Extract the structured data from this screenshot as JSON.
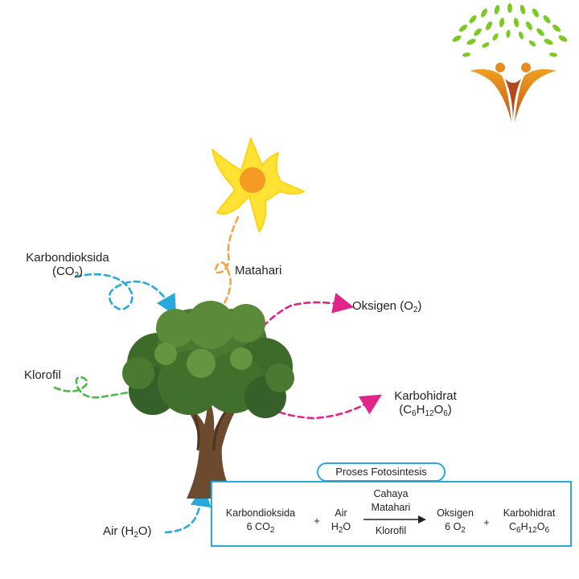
{
  "labels": {
    "co2_name": "Karbondioksida",
    "co2_formula": "CO",
    "co2_sub": "2",
    "sun": "Matahari",
    "oxygen": "Oksigen (O",
    "oxygen_sub": "2",
    "chlorophyll": "Klorofil",
    "carb_name": "Karbohidrat",
    "carb_c": "C",
    "carb_c_sub": "6",
    "carb_h": "H",
    "carb_h_sub": "12",
    "carb_o": "O",
    "carb_o_sub": "6",
    "water": "Air (H",
    "water_sub": "2",
    "water_end": "O)"
  },
  "equation": {
    "title": "Proses Fotosintesis",
    "reactant1_name": "Karbondioksida",
    "reactant1_formula": "6 CO",
    "reactant1_sub": "2",
    "plus1": "+",
    "reactant2_name": "Air",
    "reactant2_formula": "H",
    "reactant2_sub": "2",
    "reactant2_end": "O",
    "above_arrow_1": "Cahaya",
    "above_arrow_2": "Matahari",
    "below_arrow": "Klorofil",
    "product1_name": "Oksigen",
    "product1_formula": "6 O",
    "product1_sub": "2",
    "plus2": "+",
    "product2_name": "Karbohidrat",
    "product2_c": "C",
    "product2_c_sub": "6",
    "product2_h": "H",
    "product2_h_sub": "12",
    "product2_o": "O",
    "product2_o_sub": "6"
  },
  "colors": {
    "co2_arrow": "#29a8dc",
    "sun_arrow": "#f2a54a",
    "oxygen_arrow": "#e0248a",
    "chlorophyll_arrow": "#4cb84a",
    "water_arrow": "#29a8dc",
    "sun_petals": "#ffe233",
    "sun_core": "#f59a23",
    "box_border": "#29a8dc"
  },
  "icons": [
    "sun-icon",
    "tree-icon",
    "logo-icon"
  ]
}
